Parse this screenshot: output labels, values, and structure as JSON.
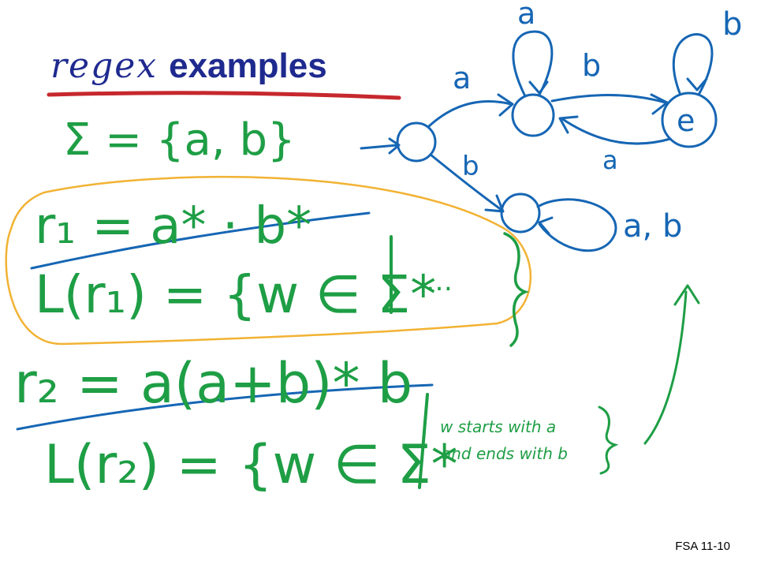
{
  "slide": {
    "title_italic": "regex",
    "title_rest": "examples",
    "footer": "FSA 11-10"
  },
  "ink": {
    "colors": {
      "green": "#1e9e45",
      "blue": "#1666b4",
      "red": "#c6282d",
      "orange": "#f2b233"
    },
    "alphabet": "Σ = {a, b}",
    "r1": "r₁ = a* · b*",
    "lr1": "L(r₁) = {w ∈ Σ*",
    "lr1_rest": "…",
    "r2": "r₂ = a(a+b)* b",
    "lr2": "L(r₂) = {w ∈ Σ*",
    "note_line1": "w starts with a",
    "note_line2": "and ends with b",
    "dfa": {
      "edge_a_top": "a",
      "edge_a_loop": "a",
      "edge_b_right": "b",
      "edge_a_back": "a",
      "edge_b_down": "b",
      "edge_b_loop": "b",
      "edge_ab_loop": "a, b",
      "state_label": "e"
    }
  }
}
